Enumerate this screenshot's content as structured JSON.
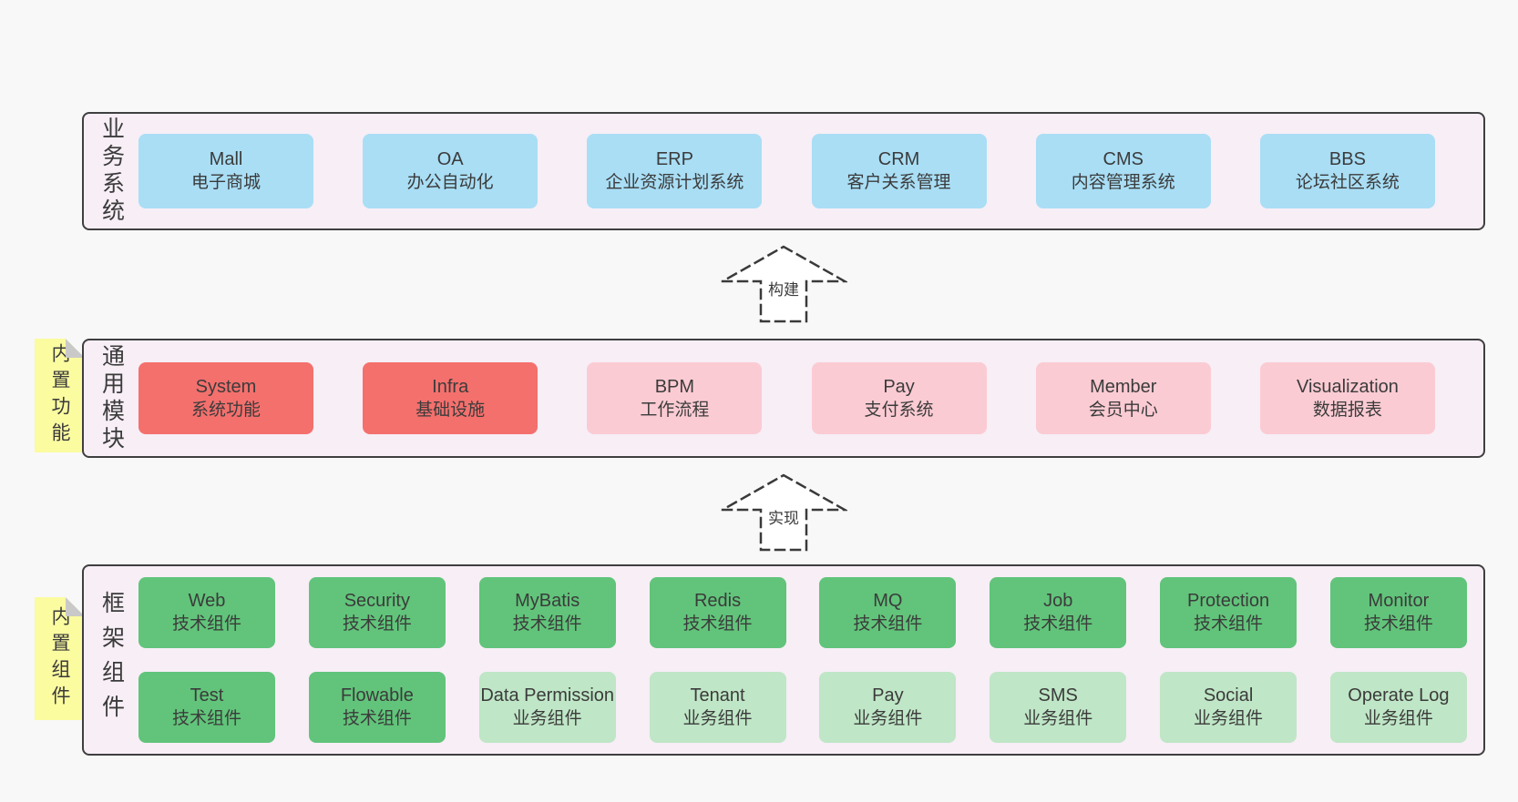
{
  "colors": {
    "page-bg": "#f8f8f8",
    "layer-bg": "#f7eef6",
    "layer-border": "#3f3f3f",
    "blue": "#a9def5",
    "red": "#f4706d",
    "pink": "#fbcbd3",
    "green": "#61c47a",
    "green-light": "#bfe6c6",
    "yellow": "#fbfba0",
    "fold": "#c9c9c9",
    "text": "#3b3b3b"
  },
  "layers": {
    "business": {
      "label": "业务系统",
      "boxes": [
        {
          "name": "Mall",
          "desc": "电子商城"
        },
        {
          "name": "OA",
          "desc": "办公自动化"
        },
        {
          "name": "ERP",
          "desc": "企业资源计划系统"
        },
        {
          "name": "CRM",
          "desc": "客户关系管理"
        },
        {
          "name": "CMS",
          "desc": "内容管理系统"
        },
        {
          "name": "BBS",
          "desc": "论坛社区系统"
        }
      ]
    },
    "modules": {
      "label": "通用模块",
      "sticky": "内置功能",
      "boxes": [
        {
          "name": "System",
          "desc": "系统功能",
          "variant": "red"
        },
        {
          "name": "Infra",
          "desc": "基础设施",
          "variant": "red"
        },
        {
          "name": "BPM",
          "desc": "工作流程",
          "variant": "pink"
        },
        {
          "name": "Pay",
          "desc": "支付系统",
          "variant": "pink"
        },
        {
          "name": "Member",
          "desc": "会员中心",
          "variant": "pink"
        },
        {
          "name": "Visualization",
          "desc": "数据报表",
          "variant": "pink"
        }
      ]
    },
    "components": {
      "label": "框架组件",
      "sticky": "内置组件",
      "row1": [
        {
          "name": "Web",
          "desc": "技术组件",
          "variant": "green"
        },
        {
          "name": "Security",
          "desc": "技术组件",
          "variant": "green"
        },
        {
          "name": "MyBatis",
          "desc": "技术组件",
          "variant": "green"
        },
        {
          "name": "Redis",
          "desc": "技术组件",
          "variant": "green"
        },
        {
          "name": "MQ",
          "desc": "技术组件",
          "variant": "green"
        },
        {
          "name": "Job",
          "desc": "技术组件",
          "variant": "green"
        },
        {
          "name": "Protection",
          "desc": "技术组件",
          "variant": "green"
        },
        {
          "name": "Monitor",
          "desc": "技术组件",
          "variant": "green"
        }
      ],
      "row2": [
        {
          "name": "Test",
          "desc": "技术组件",
          "variant": "green"
        },
        {
          "name": "Flowable",
          "desc": "技术组件",
          "variant": "green"
        },
        {
          "name": "Data Permission",
          "desc": "业务组件",
          "variant": "green-light"
        },
        {
          "name": "Tenant",
          "desc": "业务组件",
          "variant": "green-light"
        },
        {
          "name": "Pay",
          "desc": "业务组件",
          "variant": "green-light"
        },
        {
          "name": "SMS",
          "desc": "业务组件",
          "variant": "green-light"
        },
        {
          "name": "Social",
          "desc": "业务组件",
          "variant": "green-light"
        },
        {
          "name": "Operate Log",
          "desc": "业务组件",
          "variant": "green-light"
        }
      ]
    }
  },
  "arrows": {
    "build": {
      "label": "构建"
    },
    "implement": {
      "label": "实现"
    }
  }
}
